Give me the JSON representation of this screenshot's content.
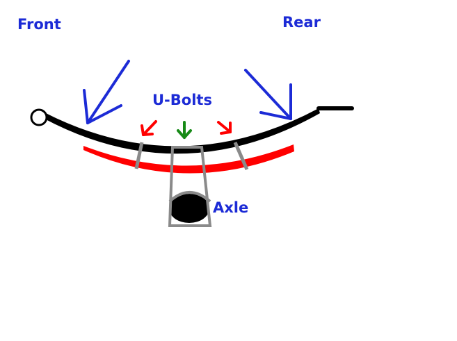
{
  "labels": {
    "front": "Front",
    "rear": "Rear",
    "ubolts": "U-Bolts",
    "axle": "Axle"
  },
  "colors": {
    "blue": "#1c2bd6",
    "red": "#ff0000",
    "green": "#178a17",
    "gray": "#8a8a8a",
    "black": "#000000"
  }
}
